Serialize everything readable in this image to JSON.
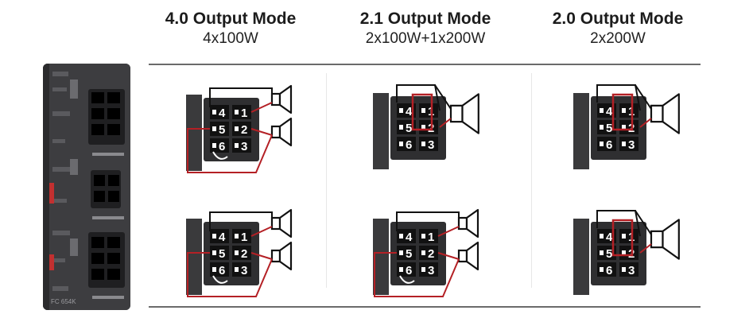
{
  "modes": [
    {
      "title": "4.0 Output Mode",
      "subtitle": "4x100W"
    },
    {
      "title": "2.1 Output Mode",
      "subtitle": "2x100W+1x200W"
    },
    {
      "title": "2.0 Output Mode",
      "subtitle": "2x200W"
    }
  ],
  "pins": [
    "1",
    "2",
    "3",
    "4",
    "5",
    "6"
  ],
  "board_model": "FC 654K",
  "colors": {
    "bridge": "#b42025",
    "wire": "#111111",
    "block": "#2f2f31",
    "rule": "#6b6b6b"
  },
  "diagrams": [
    {
      "mode": "4.0",
      "position": "top",
      "speakers": 2,
      "bridged": false
    },
    {
      "mode": "4.0",
      "position": "bottom",
      "speakers": 2,
      "bridged": false
    },
    {
      "mode": "2.1",
      "position": "top",
      "speakers": 1,
      "bridged": true
    },
    {
      "mode": "2.1",
      "position": "bottom",
      "speakers": 2,
      "bridged": false
    },
    {
      "mode": "2.0",
      "position": "top",
      "speakers": 1,
      "bridged": true
    },
    {
      "mode": "2.0",
      "position": "bottom",
      "speakers": 1,
      "bridged": true
    }
  ]
}
